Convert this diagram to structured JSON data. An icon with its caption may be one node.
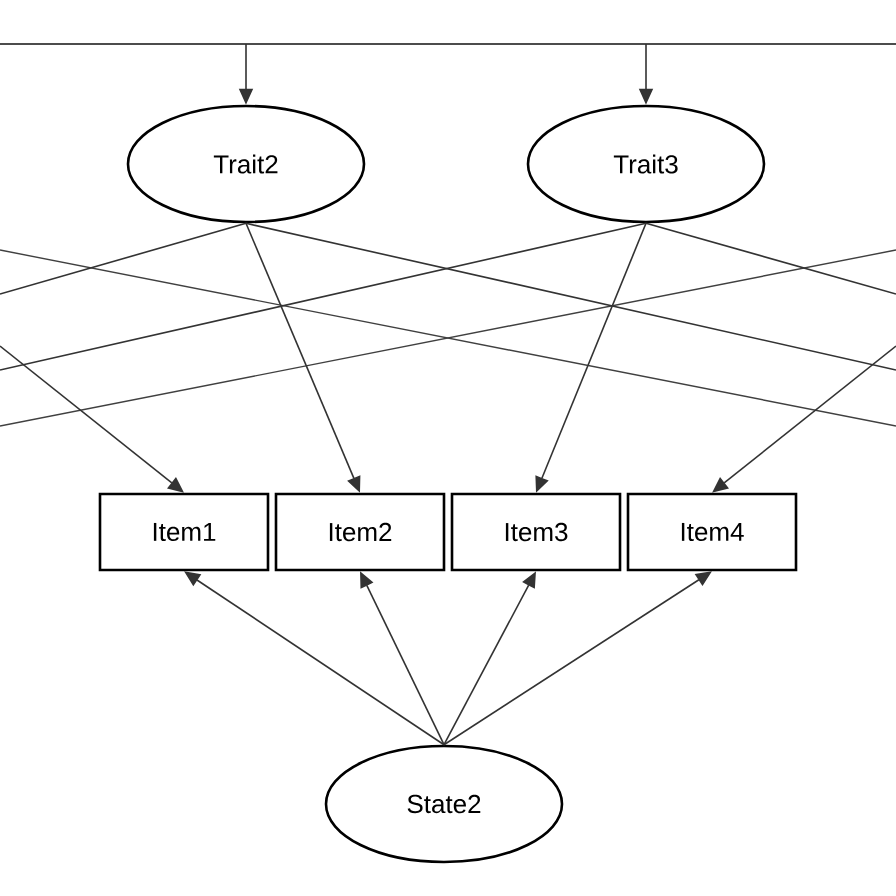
{
  "diagram": {
    "nodes": [
      {
        "text": [
          "Trait2"
        ]
      },
      {
        "text": [
          "Trait3"
        ]
      },
      {
        "text": [
          "Item1"
        ]
      },
      {
        "text": [
          "Item2"
        ]
      },
      {
        "text": [
          "Item3"
        ]
      },
      {
        "text": [
          "Item4"
        ]
      },
      {
        "text": [
          "State2"
        ]
      }
    ],
    "edges": [
      {
        "from": null,
        "to": 0,
        "arrow": "to"
      },
      {
        "from": null,
        "to": 1,
        "arrow": "to"
      },
      {
        "from": 0,
        "to": null,
        "arrow": "none"
      },
      {
        "from": 0,
        "to": 3,
        "arrow": "to"
      },
      {
        "from": 0,
        "to": null,
        "arrow": "none"
      },
      {
        "from": 1,
        "to": null,
        "arrow": "none"
      },
      {
        "from": 1,
        "to": 4,
        "arrow": "to"
      },
      {
        "from": 1,
        "to": null,
        "arrow": "none"
      },
      {
        "from": null,
        "to": 2,
        "arrow": "to"
      },
      {
        "from": null,
        "to": 5,
        "arrow": "to"
      },
      {
        "from": 6,
        "to": 2,
        "arrow": "to"
      },
      {
        "from": 6,
        "to": 3,
        "arrow": "to"
      },
      {
        "from": 6,
        "to": 4,
        "arrow": "to"
      },
      {
        "from": 6,
        "to": 5,
        "arrow": "to"
      }
    ]
  }
}
